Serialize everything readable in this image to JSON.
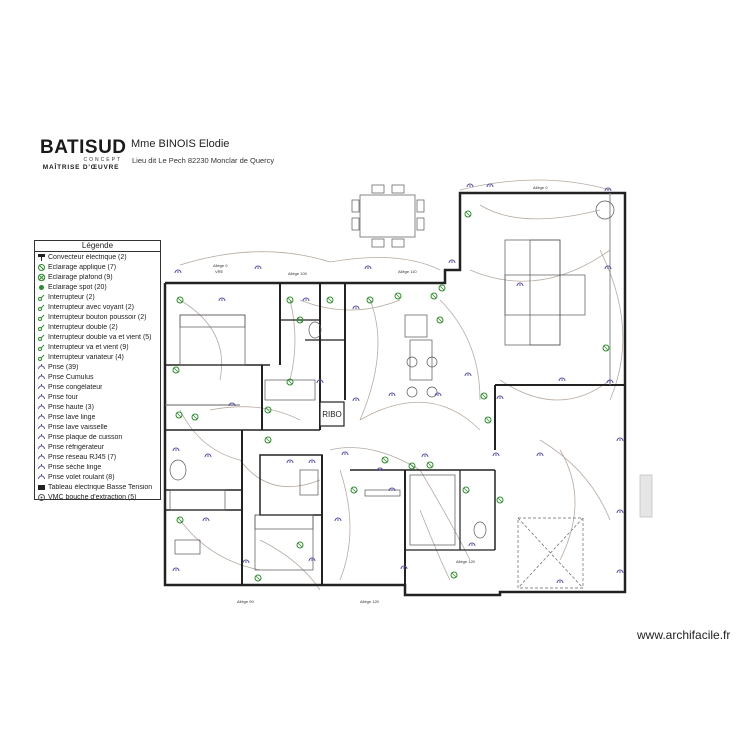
{
  "brand": {
    "name": "BATISUD",
    "sub": "CONCEPT",
    "tag": "MAÎTRISE D'ŒUVRE"
  },
  "client": "Mme BINOIS Elodie",
  "address": "Lieu dit Le Pech 82230 Monclar de Quercy",
  "watermark": "www.archifacile.fr",
  "legend": {
    "title": "Légende",
    "items": [
      {
        "label": "Convecteur électrique (2)",
        "icon": "convector-icon"
      },
      {
        "label": "Eclairage applique (7)",
        "icon": "wall-light-icon"
      },
      {
        "label": "Eclairage plafond (9)",
        "icon": "ceiling-light-icon"
      },
      {
        "label": "Eclairage spot (20)",
        "icon": "spot-light-icon"
      },
      {
        "label": "Interrupteur (2)",
        "icon": "switch-icon"
      },
      {
        "label": "Interrupteur avec voyant (2)",
        "icon": "switch-icon"
      },
      {
        "label": "Interrupteur bouton poussoir (2)",
        "icon": "switch-icon"
      },
      {
        "label": "Interrupteur double (2)",
        "icon": "switch-icon"
      },
      {
        "label": "Interrupteur double va et vient (5)",
        "icon": "switch-icon"
      },
      {
        "label": "Interrupteur va et vient (9)",
        "icon": "switch-icon"
      },
      {
        "label": "Interrupteur variateur (4)",
        "icon": "switch-icon"
      },
      {
        "label": "Prise (39)",
        "icon": "outlet-icon"
      },
      {
        "label": "Prise Cumulus",
        "icon": "outlet-icon"
      },
      {
        "label": "Prise congélateur",
        "icon": "outlet-icon"
      },
      {
        "label": "Prise four",
        "icon": "outlet-icon"
      },
      {
        "label": "Prise haute (3)",
        "icon": "outlet-icon"
      },
      {
        "label": "Prise lave linge",
        "icon": "outlet-icon"
      },
      {
        "label": "Prise lave vaisselle",
        "icon": "outlet-icon"
      },
      {
        "label": "Prise plaque de cuisson",
        "icon": "outlet-icon"
      },
      {
        "label": "Prise réfrigérateur",
        "icon": "outlet-icon"
      },
      {
        "label": "Prise réseau RJ45 (7)",
        "icon": "outlet-icon"
      },
      {
        "label": "Prise sèche linge",
        "icon": "outlet-icon"
      },
      {
        "label": "Prise volet roulant (8)",
        "icon": "outlet-icon"
      },
      {
        "label": "Tableau électrique Basse Tension",
        "icon": "panel-icon"
      },
      {
        "label": "VMC bouche d'extraction (5)",
        "icon": "vmc-icon"
      }
    ]
  },
  "plan": {
    "rib_label": "RIBO",
    "labels": {
      "allege_90": "Allège 90",
      "allege_100": "Allège 100",
      "allege_110": "Allège 110",
      "allege_120": "Allège 120",
      "allege_0": "Allège 0",
      "vre": "VRE"
    },
    "colors": {
      "wall": "#222222",
      "wire": "#b8aaa0",
      "switch": "#2e8b2e",
      "outlet": "#5a4e9c"
    }
  }
}
